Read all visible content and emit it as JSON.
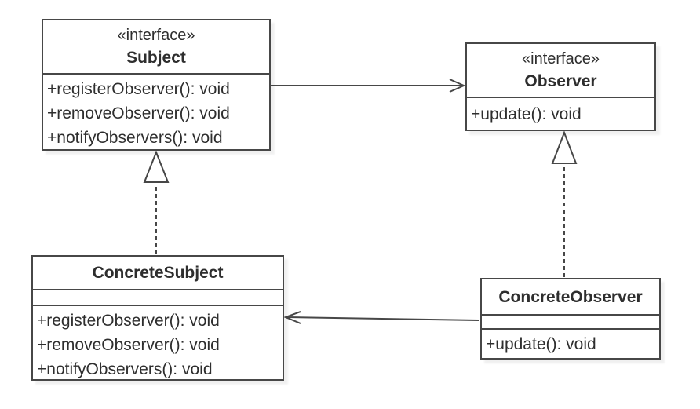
{
  "diagram": {
    "kind": "uml-class-diagram",
    "pattern": "Observer",
    "colors": {
      "stroke": "#474747",
      "text": "#2e2e2e",
      "background": "#ffffff",
      "shadow": "rgba(0,0,0,0.06)"
    }
  },
  "classes": {
    "subject": {
      "stereotype": "«interface»",
      "name": "Subject",
      "methods": [
        "+registerObserver(): void",
        "+removeObserver(): void",
        "+notifyObservers(): void"
      ]
    },
    "observer": {
      "stereotype": "«interface»",
      "name": "Observer",
      "methods": [
        "+update(): void"
      ]
    },
    "concrete_subject": {
      "name": "ConcreteSubject",
      "methods": [
        "+registerObserver(): void",
        "+removeObserver(): void",
        "+notifyObservers(): void"
      ]
    },
    "concrete_observer": {
      "name": "ConcreteObserver",
      "methods": [
        "+update(): void"
      ]
    }
  },
  "relationships": [
    {
      "type": "association",
      "from": "Subject",
      "to": "Observer",
      "line": "solid",
      "arrowhead": "open"
    },
    {
      "type": "realization",
      "from": "ConcreteSubject",
      "to": "Subject",
      "line": "dashed",
      "arrowhead": "hollow-triangle"
    },
    {
      "type": "realization",
      "from": "ConcreteObserver",
      "to": "Observer",
      "line": "dashed",
      "arrowhead": "hollow-triangle"
    },
    {
      "type": "association",
      "from": "ConcreteObserver",
      "to": "ConcreteSubject",
      "line": "solid",
      "arrowhead": "open"
    }
  ]
}
